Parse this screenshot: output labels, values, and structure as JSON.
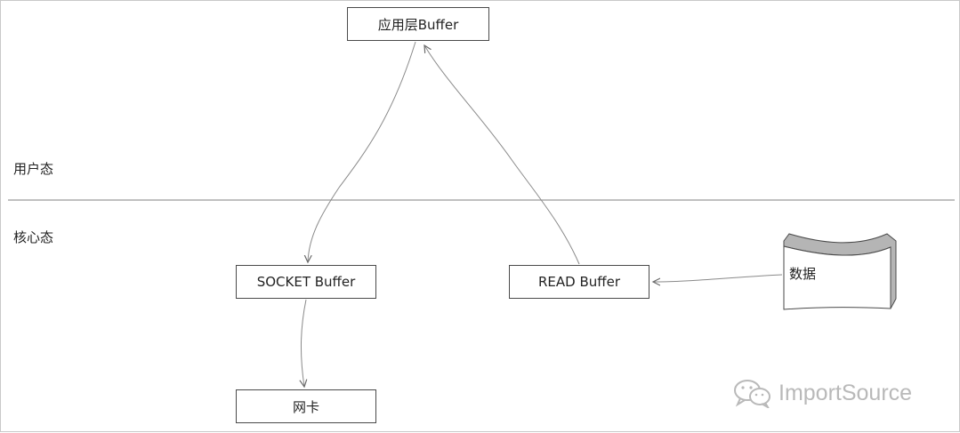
{
  "zones": {
    "user_space_label": "用户态",
    "kernel_space_label": "核心态"
  },
  "nodes": {
    "app_buffer": "应用层Buffer",
    "socket_buffer": "SOCKET Buffer",
    "read_buffer": "READ Buffer",
    "nic": "网卡",
    "data_doc": "数据"
  },
  "edges": [
    {
      "from": "app_buffer",
      "to": "socket_buffer"
    },
    {
      "from": "read_buffer",
      "to": "app_buffer"
    },
    {
      "from": "data_doc",
      "to": "read_buffer"
    },
    {
      "from": "socket_buffer",
      "to": "nic"
    }
  ],
  "watermark": {
    "text": "ImportSource",
    "icon": "wechat-icon"
  },
  "colors": {
    "line": "#8a8a8a",
    "box_border": "#4a4a4a",
    "doc_side": "#b5b5b5",
    "watermark": "#b9b9b9"
  }
}
